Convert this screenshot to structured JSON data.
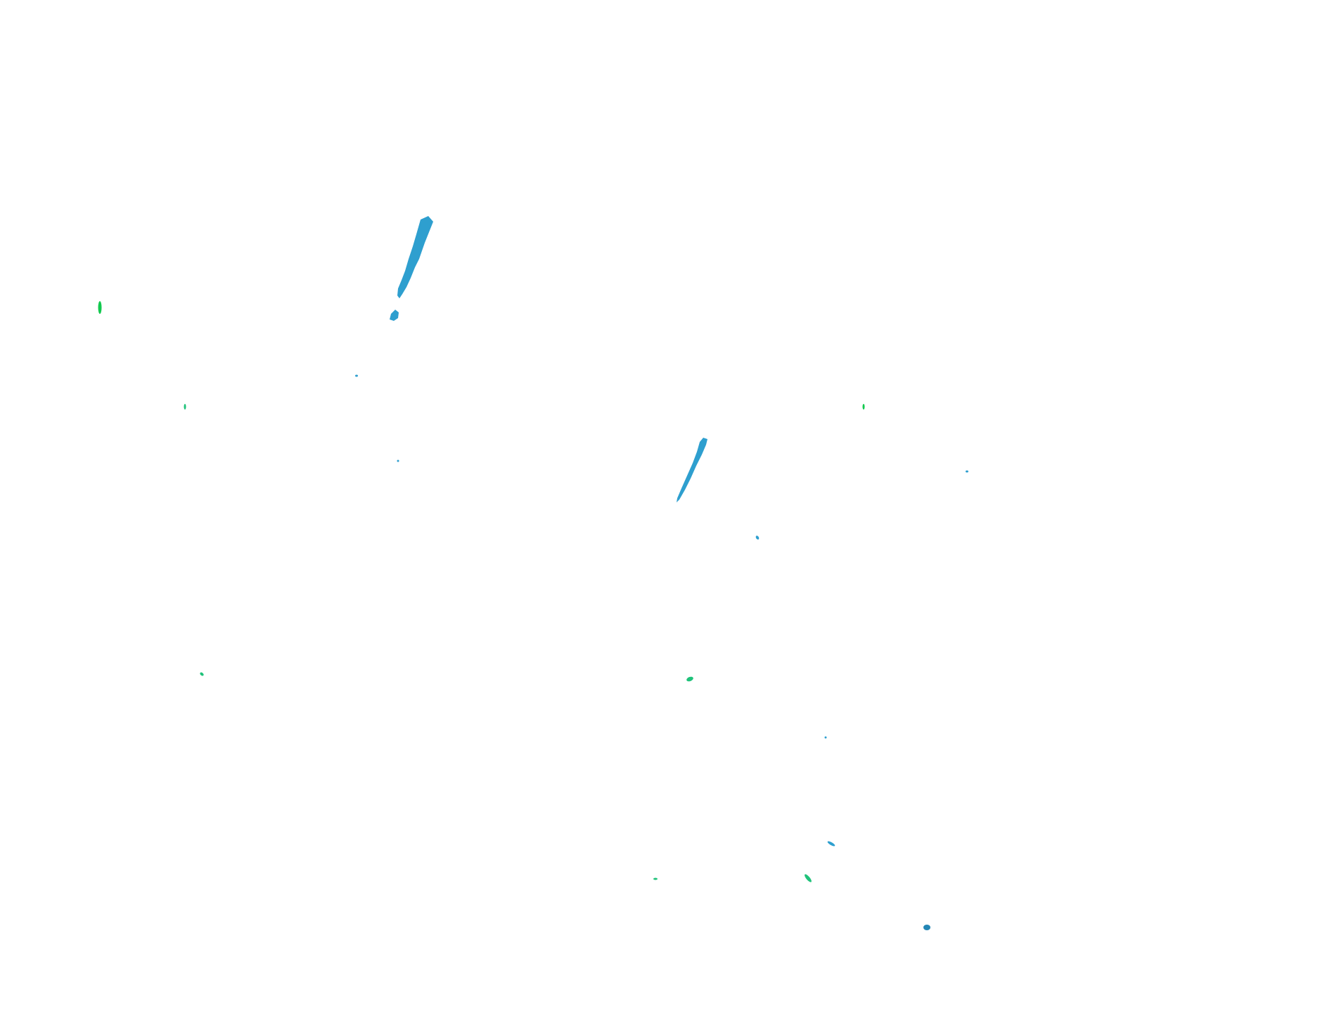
{
  "scene": {
    "background": "#ffffff",
    "palette": {
      "blue": "#2e9fcf",
      "blue_dark": "#2386b5",
      "green": "#1fc27a",
      "green_bright": "#12c94e"
    },
    "fragments": [
      {
        "name": "long-streak-upper-left",
        "color": "blue"
      },
      {
        "name": "streak-tail-blob",
        "color": "blue"
      },
      {
        "name": "short-streak-center",
        "color": "blue"
      },
      {
        "name": "green-speck-far-left",
        "color": "green_bright"
      },
      {
        "name": "green-speck-left",
        "color": "green"
      },
      {
        "name": "green-speck-center-right",
        "color": "green_bright"
      },
      {
        "name": "green-speck-lower-left",
        "color": "green"
      },
      {
        "name": "green-speck-lower-center",
        "color": "green"
      },
      {
        "name": "green-speck-bottom-center",
        "color": "green"
      },
      {
        "name": "green-speck-bottom-mid",
        "color": "green"
      },
      {
        "name": "blue-speck-upper-center",
        "color": "blue"
      },
      {
        "name": "blue-speck-mid",
        "color": "blue"
      },
      {
        "name": "blue-speck-right",
        "color": "blue"
      },
      {
        "name": "blue-speck-center",
        "color": "blue"
      },
      {
        "name": "blue-speck-lower-right",
        "color": "blue"
      },
      {
        "name": "blue-speck-bottom-right",
        "color": "blue"
      },
      {
        "name": "blue-blob-bottom-right",
        "color": "blue_dark"
      }
    ]
  }
}
